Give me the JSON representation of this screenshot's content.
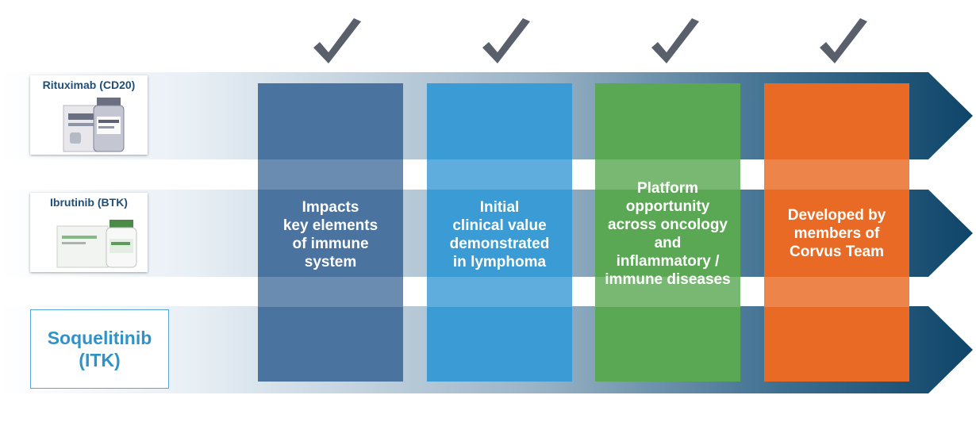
{
  "drugs": [
    {
      "name": "Rituximab (CD20)"
    },
    {
      "name": "Ibrutinib (BTK)"
    }
  ],
  "featured_drug": {
    "name": "Soquelitinib\n(ITK)"
  },
  "attributes": [
    {
      "text": "Impacts\nkey elements\nof immune\nsystem",
      "color": "#4a73a0",
      "checked": true
    },
    {
      "text": "Initial\nclinical value\ndemonstrated\nin lymphoma",
      "color": "#3b9bd4",
      "checked": true
    },
    {
      "text": "Platform\nopportunity\nacross oncology\nand\ninflammatory /\nimmune diseases",
      "color": "#5aa854",
      "checked": true
    },
    {
      "text": "Developed by\nmembers of\nCorvus Team",
      "color": "#e96a24",
      "checked": true
    }
  ],
  "colors": {
    "arrow_dark": "#0d4468",
    "arrow_light": "#dfe9f0",
    "check": "#59606b"
  }
}
